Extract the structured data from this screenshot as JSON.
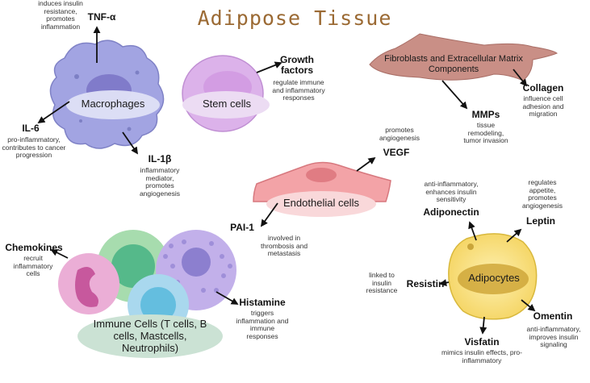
{
  "title": "Adippose Tissue",
  "cells": {
    "macrophages": "Macrophages",
    "stem_cells": "Stem cells",
    "fibroblasts": "Fibroblasts and Extracellular Matrix Components",
    "endothelial": "Endothelial cells",
    "immune": "Immune Cells (T cells, B cells, Mastcells, Neutrophils)",
    "adipocytes": "Adipocytes"
  },
  "labels": {
    "tnf": {
      "name": "TNF-α",
      "desc": "induces insulin resistance, promotes inflammation"
    },
    "il6": {
      "name": "IL-6",
      "desc": "pro-inflammatory, contributes to cancer progression"
    },
    "il1b": {
      "name": "IL-1β",
      "desc": "inflammatory mediator, promotes angiogenesis"
    },
    "growth": {
      "name": "Growth factors",
      "desc": "regulate immune and inflammatory responses"
    },
    "collagen": {
      "name": "Collagen",
      "desc": "influence cell adhesion and migration"
    },
    "mmps": {
      "name": "MMPs",
      "desc": "tissue remodeling, tumor invasion"
    },
    "vegf": {
      "name": "VEGF",
      "desc": "promotes angiogenesis"
    },
    "pai1": {
      "name": "PAI-1",
      "desc": "involved in thrombosis and metastasis"
    },
    "chemokines": {
      "name": "Chemokines",
      "desc": "recruit inflammatory cells"
    },
    "histamine": {
      "name": "Histamine",
      "desc": "triggers inflammation and immune responses"
    },
    "adiponectin": {
      "name": "Adiponectin",
      "desc": "anti-inflammatory, enhances insulin sensitivity"
    },
    "leptin": {
      "name": "Leptin",
      "desc": "regulates appetite, promotes angiogenesis"
    },
    "resistin": {
      "name": "Resistin",
      "desc": "linked to insulin resistance"
    },
    "omentin": {
      "name": "Omentin",
      "desc": "anti-inflammatory, improves insulin signaling"
    },
    "visfatin": {
      "name": "Visfatin",
      "desc": "mimics insulin effects, pro-inflammatory"
    }
  },
  "colors": {
    "title": "#9b6a34",
    "macrophage": "#9ea0e0",
    "stem": "#ddb3ea",
    "fibroblast": "#c98f86",
    "endothelial": "#f29ea3",
    "adipocyte": "#f8dc78",
    "immune_label": "#cbe2d4"
  }
}
